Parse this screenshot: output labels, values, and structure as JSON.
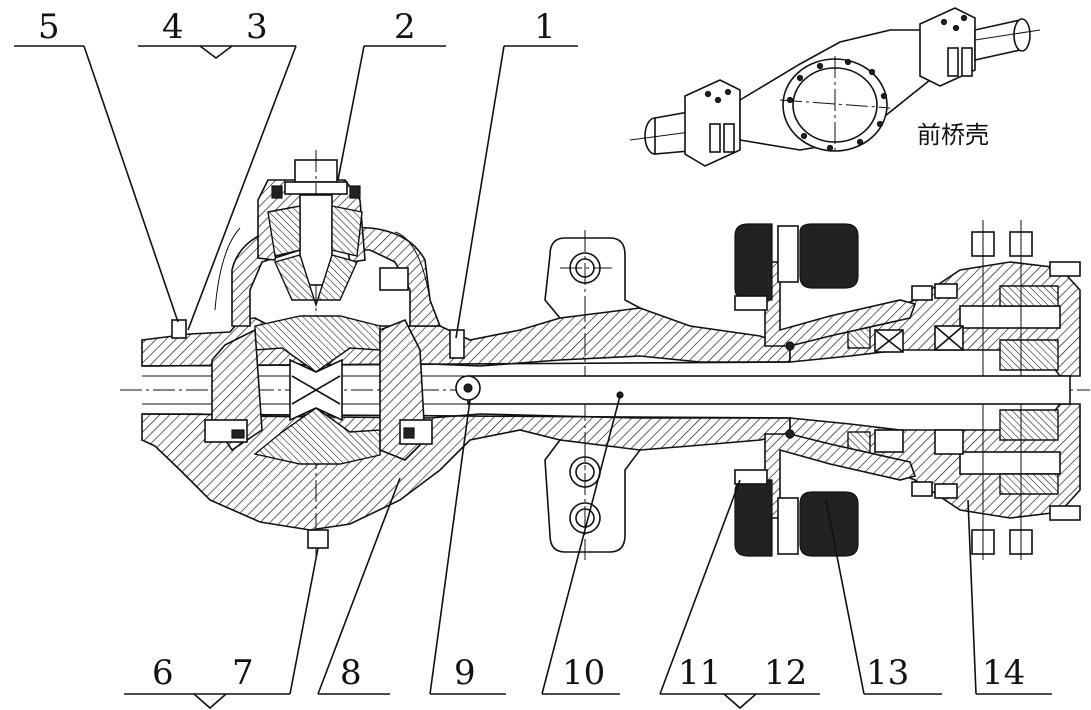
{
  "callouts_top": [
    {
      "id": "5",
      "text": "5"
    },
    {
      "id": "4",
      "text": "4"
    },
    {
      "id": "3",
      "text": "3"
    },
    {
      "id": "2",
      "text": "2"
    },
    {
      "id": "1",
      "text": "1"
    }
  ],
  "callouts_bottom": [
    {
      "id": "6",
      "text": "6"
    },
    {
      "id": "7",
      "text": "7"
    },
    {
      "id": "8",
      "text": "8"
    },
    {
      "id": "9",
      "text": "9"
    },
    {
      "id": "10",
      "text": "10"
    },
    {
      "id": "11",
      "text": "11"
    },
    {
      "id": "12",
      "text": "12"
    },
    {
      "id": "13",
      "text": "13"
    },
    {
      "id": "14",
      "text": "14"
    }
  ],
  "inset": {
    "label": "前桥壳"
  }
}
